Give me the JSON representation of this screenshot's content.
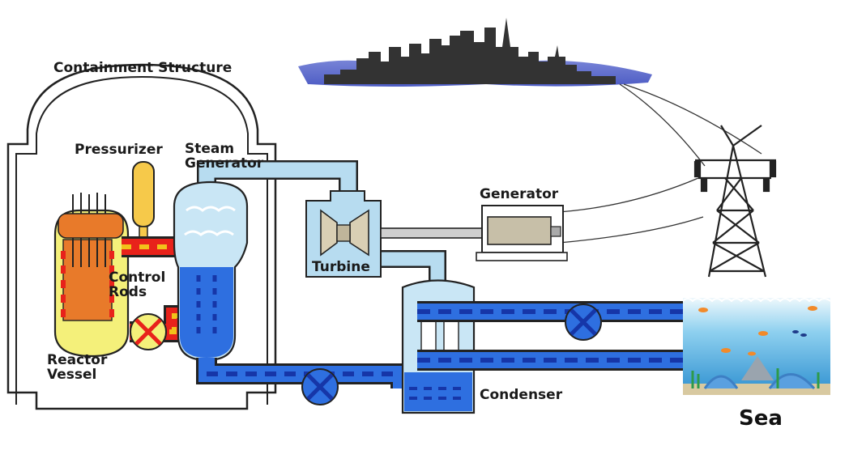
{
  "labels": {
    "containment": "Containment Structure",
    "pressurizer": "Pressurizer",
    "steam_generator_1": "Steam",
    "steam_generator_2": "Generator",
    "control_rods_1": "Control",
    "control_rods_2": "Rods",
    "reactor_vessel_1": "Reactor",
    "reactor_vessel_2": "Vessel",
    "turbine": "Turbine",
    "generator": "Generator",
    "condenser": "Condenser",
    "sea": "Sea"
  },
  "colors": {
    "outline": "#222222",
    "primary_loop": "#e8221b",
    "primary_dash": "#f2c21a",
    "steam_pipe": "#b7dcf0",
    "cold_water": "#2e6fe0",
    "cold_dash": "#1636a8",
    "vessel_fill": "#f4f07a",
    "fuel_rods": "#e87a2a",
    "pressurizer_fill": "#f6c94a",
    "city": "#333333",
    "sea_top": "#e8f6fb",
    "sea_bottom": "#2d8fd0"
  },
  "icons": [
    "pump-icon",
    "fish-icon",
    "transmission-tower-icon",
    "city-skyline-icon"
  ]
}
